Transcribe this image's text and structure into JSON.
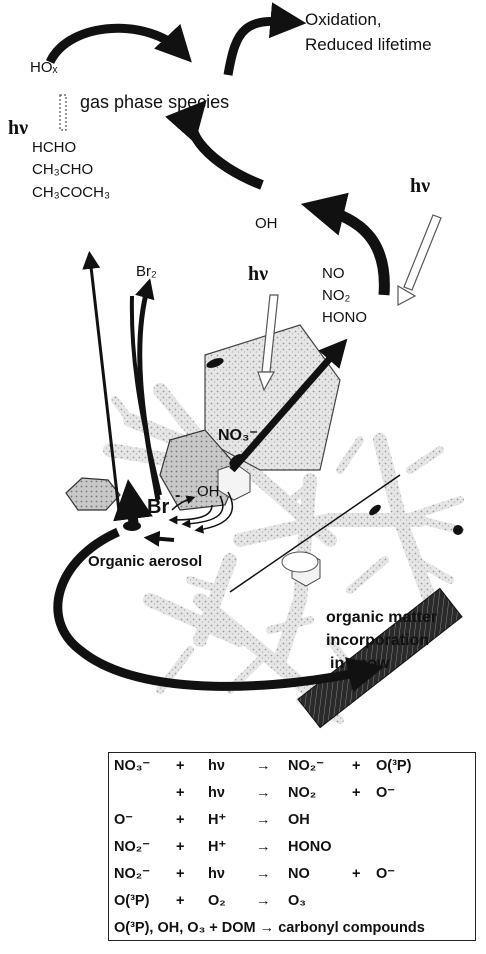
{
  "diagram": {
    "hv_symbol": "hν",
    "labels": {
      "hox": "HOₓ",
      "gas_phase": "gas phase species",
      "oxidation": "Oxidation,",
      "reduced": "Reduced lifetime",
      "hcho": "HCHO",
      "ch3cho": "CH₃CHO",
      "ch3coch3": "CH₃COCH₃",
      "oh": "OH",
      "br2": "Br₂",
      "no": "NO",
      "no2": "NO₂",
      "hono": "HONO",
      "no3": "NO₃⁻",
      "br": "Br",
      "br_charge": "-",
      "oh_lower": "OH",
      "organic_aerosol": "Organic aerosol",
      "om_line1": "organic matter",
      "om_line2": "incorporation",
      "om_line3": "in snow"
    }
  },
  "reactions": [
    {
      "r1": "NO₃⁻",
      "op1": "+",
      "r2": "hν",
      "arrow": "→",
      "p1": "NO₂⁻",
      "op2": "+",
      "p2": "O(³P)"
    },
    {
      "r1": "",
      "op1": "+",
      "r2": "hν",
      "arrow": "→",
      "p1": "NO₂",
      "op2": "+",
      "p2": "O⁻"
    },
    {
      "r1": "O⁻",
      "op1": "+",
      "r2": "H⁺",
      "arrow": "→",
      "p1": "OH",
      "op2": "",
      "p2": ""
    },
    {
      "r1": "NO₂⁻",
      "op1": "+",
      "r2": "H⁺",
      "arrow": "→",
      "p1": "HONO",
      "op2": "",
      "p2": ""
    },
    {
      "r1": "NO₂⁻",
      "op1": "+",
      "r2": "hν",
      "arrow": "→",
      "p1": "NO",
      "op2": "+",
      "p2": "O⁻"
    },
    {
      "r1": "O(³P)",
      "op1": "+",
      "r2": "O₂",
      "arrow": "→",
      "p1": "O₃",
      "op2": "",
      "p2": ""
    }
  ],
  "last_reaction": "O(³P), OH, O₃ + DOM → carbonyl compounds"
}
